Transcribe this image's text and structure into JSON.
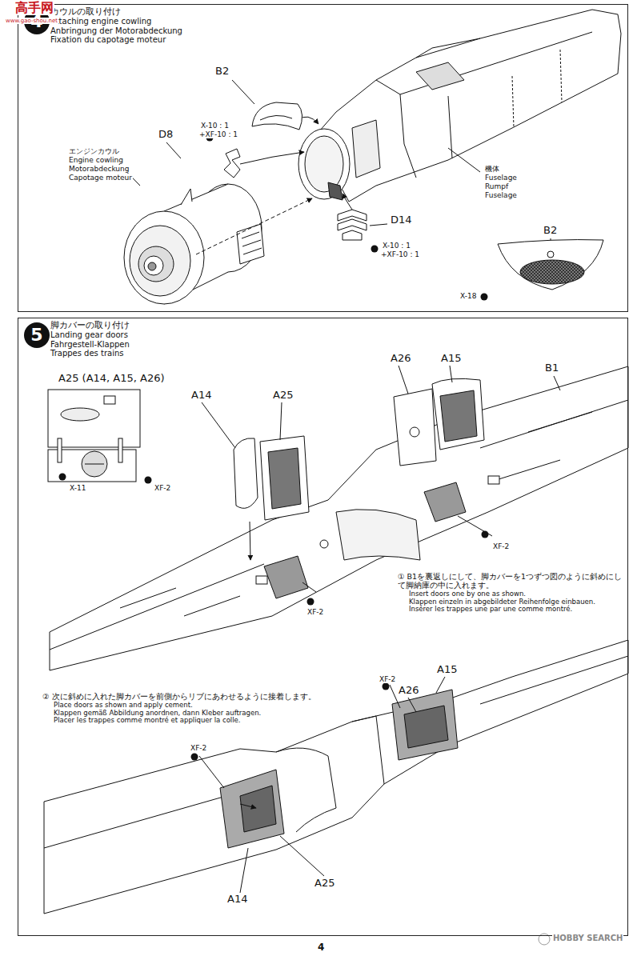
{
  "diagram": {
    "nodes": [
      {
        "text": [
          "カウルの取り付け",
          "Attaching engine cowling",
          "Anbringung der Motorabdeckung",
          "Fixation du capotage moteur"
        ]
      },
      {
        "text": [
          "4"
        ],
        "in": 0
      },
      {
        "text": [
          "脚カバーの取り付け",
          "Landing gear doors",
          "Fahrgestell-Klappen",
          "Trappes des trains"
        ]
      },
      {
        "text": [
          "5"
        ],
        "in": 2
      }
    ],
    "labels": [
      "高手网",
      "www.gao-shou.net",
      "B2",
      "X-10 : 1",
      "+XF-10 : 1",
      "D8",
      "エンジンカウル",
      "Engine cowling",
      "Motorabdeckung",
      "Capotage moteur",
      "機体",
      "Fuselage",
      "Rumpf",
      "Fuselage",
      "D14",
      "X-10 : 1",
      "+XF-10 : 1",
      "B2",
      "X-18",
      "A25 (A14, A15, A26)",
      "A14",
      "A25",
      "A26",
      "A15",
      "B1",
      "X-11",
      "XF-2",
      "XF-2",
      "XF-2",
      "① B1を裏返しにして、脚カバーを1つずつ図のように斜めにして脚納庫の中に入れます。",
      "Insert doors one by one as shown.",
      "Klappen einzeln in abgebildeter Reihenfolge einbauen.",
      "Insérer les trappes une par une comme montré.",
      "② 次に斜めに入れた脚カバーを前側からリブにあわせるように接着します。",
      "Place doors as shown and apply cement.",
      "Klappen gemäß Abbildung anordnen, dann Kleber auftragen.",
      "Placer les trappes comme montré et appliquer la colle.",
      "XF-2",
      "A15",
      "A26",
      "XF-2",
      "A14",
      "A25",
      "4",
      "HOBBY SEARCH"
    ]
  }
}
